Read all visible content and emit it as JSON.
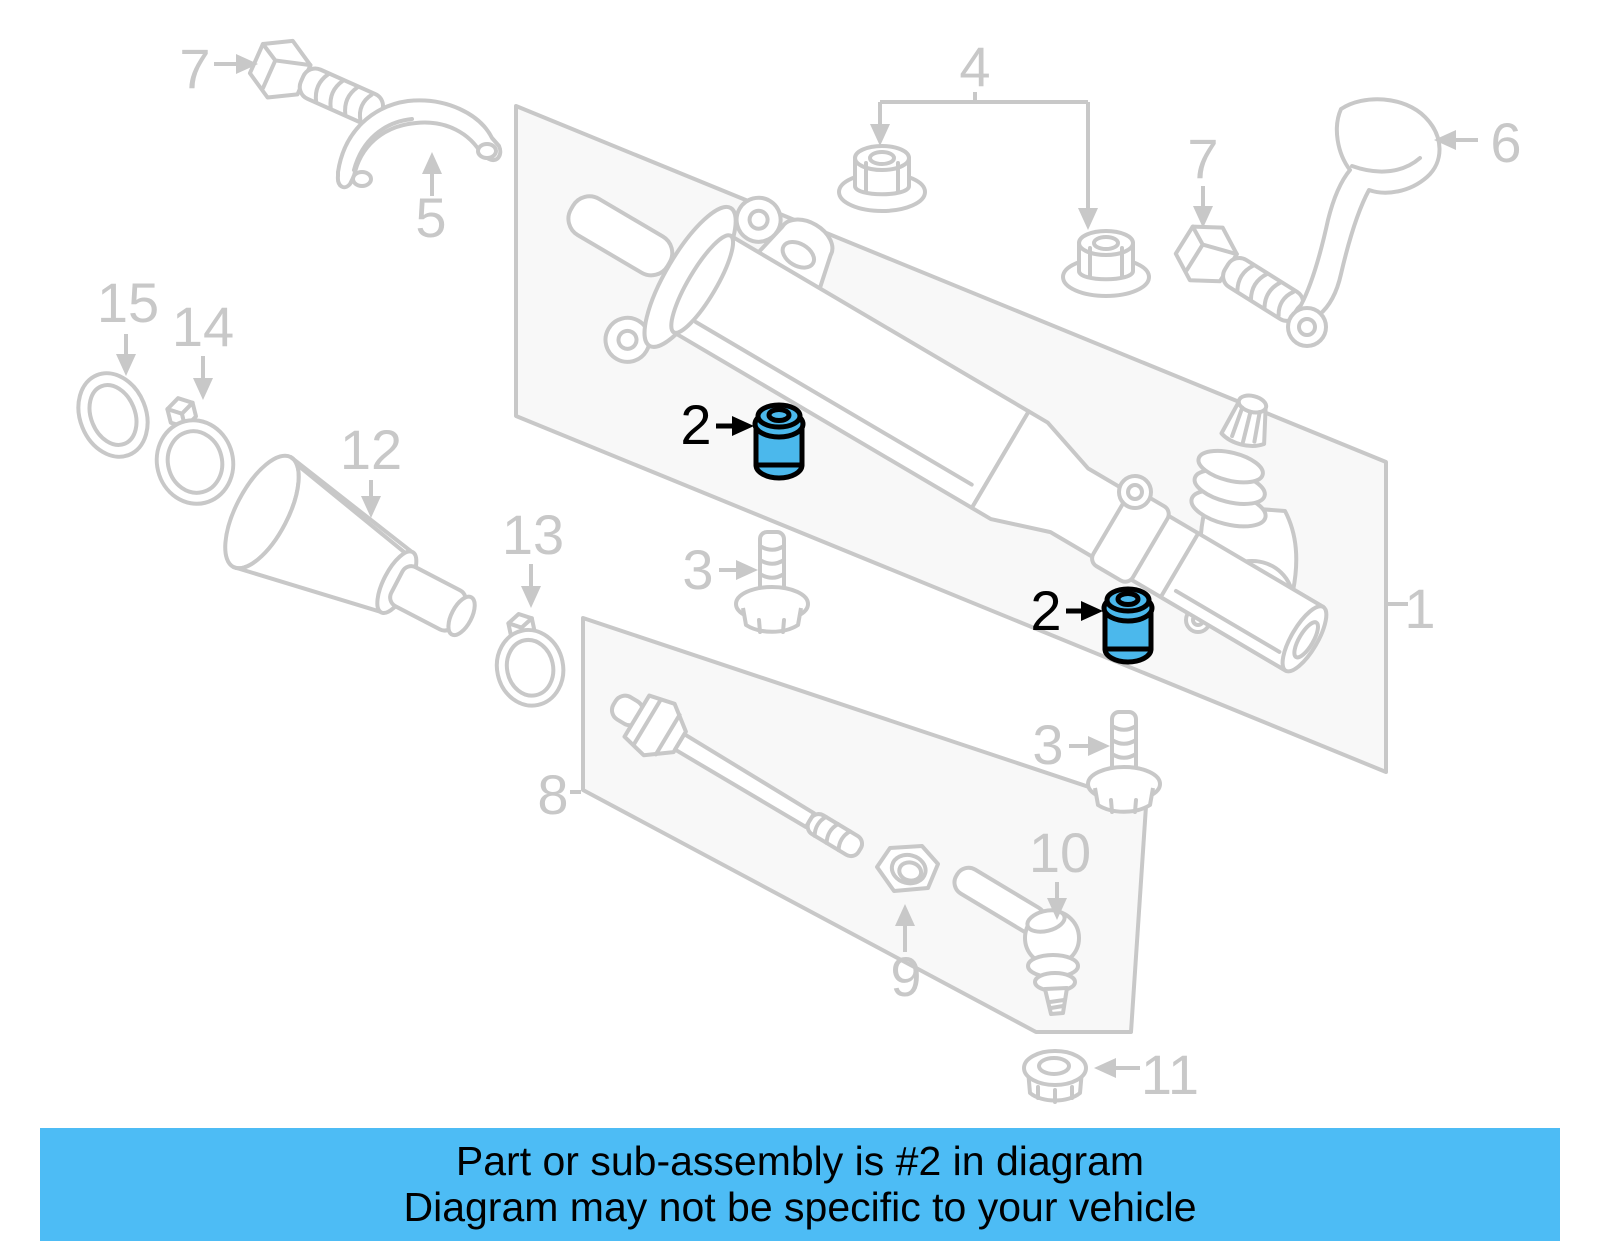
{
  "colors": {
    "line": "#C8C8C8",
    "panel_fill": "#F8F8F8",
    "part_fill": "#FFFFFF",
    "highlight_fill": "#4BB8EC",
    "highlight_stroke": "#000000",
    "banner_bg": "#4DBCF5",
    "banner_text": "#000000"
  },
  "banner": {
    "line1": "Part or sub-assembly is #2 in diagram",
    "line2": "Diagram may not be specific to your vehicle"
  },
  "diagram": {
    "highlighted_part_number": "2",
    "labels": {
      "part1": "1",
      "part2a": "2",
      "part2b": "2",
      "part3a": "3",
      "part3b": "3",
      "part4": "4",
      "part5": "5",
      "part6": "6",
      "part7a": "7",
      "part7b": "7",
      "part8": "8",
      "part9": "9",
      "part10": "10",
      "part11": "11",
      "part12": "12",
      "part13": "13",
      "part14": "14",
      "part15": "15"
    }
  }
}
